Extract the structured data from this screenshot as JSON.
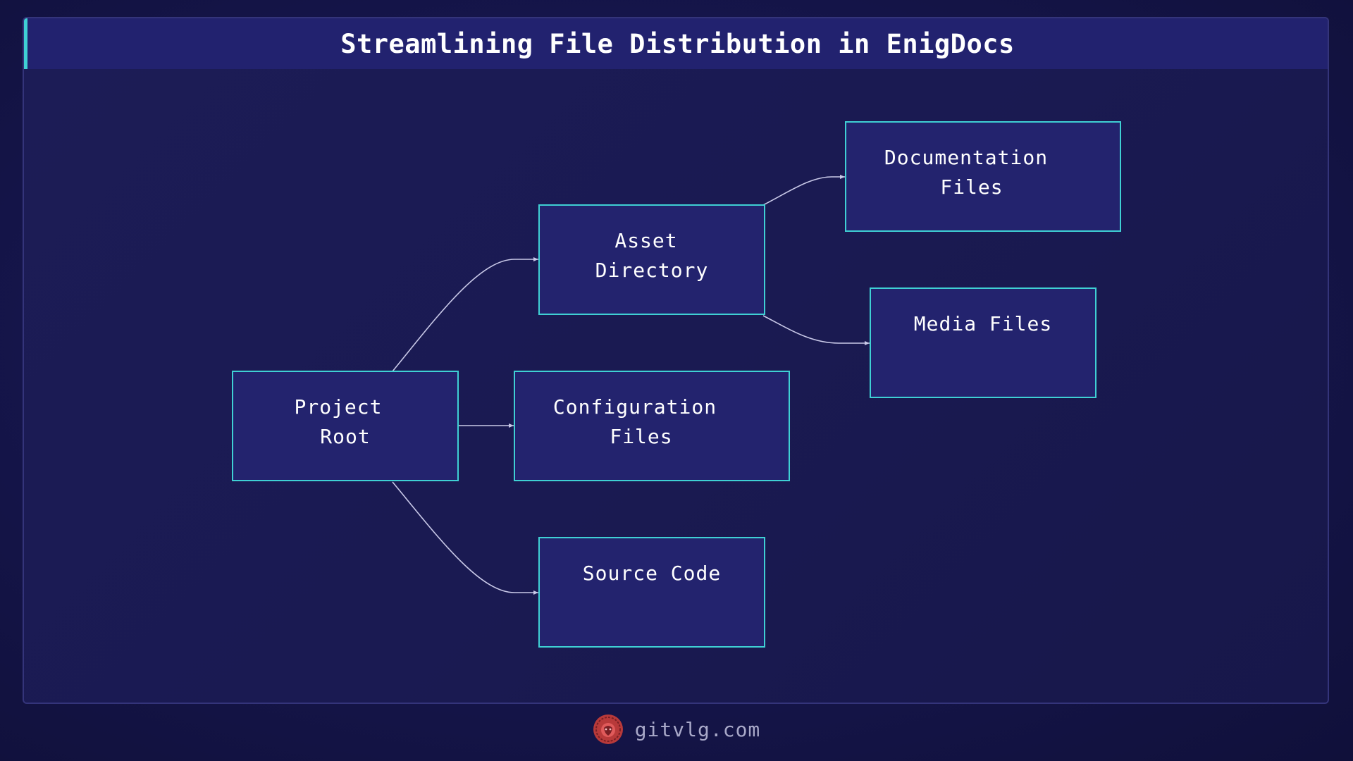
{
  "title": "Streamlining File Distribution in EnigDocs",
  "nodes": {
    "project_root": [
      "Project",
      "Root"
    ],
    "asset_directory": [
      "Asset",
      "Directory"
    ],
    "configuration_files": [
      "Configuration",
      "Files"
    ],
    "source_code": [
      "Source Code"
    ],
    "documentation_files": [
      "Documentation",
      "Files"
    ],
    "media_files": [
      "Media Files"
    ]
  },
  "edges": [
    {
      "from": "Project Root",
      "to": "Asset Directory"
    },
    {
      "from": "Project Root",
      "to": "Configuration Files"
    },
    {
      "from": "Project Root",
      "to": "Source Code"
    },
    {
      "from": "Asset Directory",
      "to": "Documentation Files"
    },
    {
      "from": "Asset Directory",
      "to": "Media Files"
    }
  ],
  "footer": {
    "site": "gitvlg.com",
    "logo_icon": "lion-head-icon"
  },
  "colors": {
    "background": "#15154a",
    "node_fill": "#23236e",
    "node_border": "#3fd0d4",
    "title_bar": "#22226f",
    "accent": "#3fd0d4",
    "edge": "#c9c9e8",
    "logo": "#d94a4a"
  }
}
